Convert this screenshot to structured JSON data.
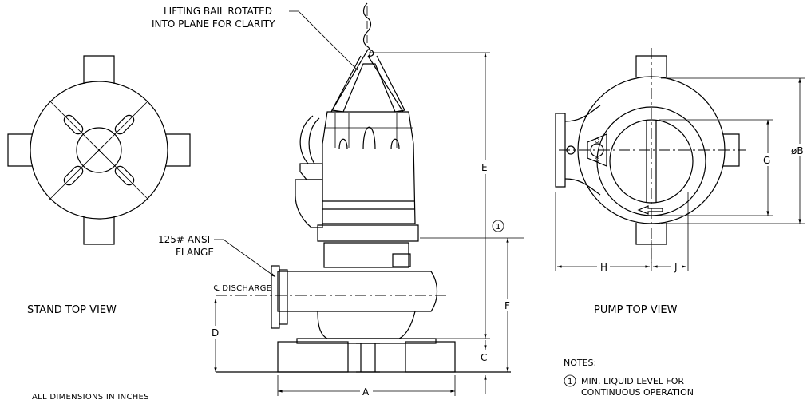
{
  "callouts": {
    "lifting_bail_line1": "LIFTING BAIL ROTATED",
    "lifting_bail_line2": "INTO PLANE FOR CLARITY",
    "flange_line1": "125# ANSI",
    "flange_line2": "FLANGE",
    "discharge": "℄ DISCHARGE"
  },
  "views": {
    "stand_top": "STAND TOP VIEW",
    "pump_top": "PUMP TOP VIEW"
  },
  "dimensions": {
    "A": "A",
    "B": "øB",
    "C": "C",
    "D": "D",
    "E": "E",
    "F": "F",
    "G": "G",
    "H": "H",
    "J": "J"
  },
  "note_marker": "1",
  "notes": {
    "heading": "NOTES:",
    "marker": "1",
    "line1": "MIN. LIQUID LEVEL FOR",
    "line2": "CONTINUOUS OPERATION"
  },
  "footer": "ALL DIMENSIONS IN INCHES"
}
